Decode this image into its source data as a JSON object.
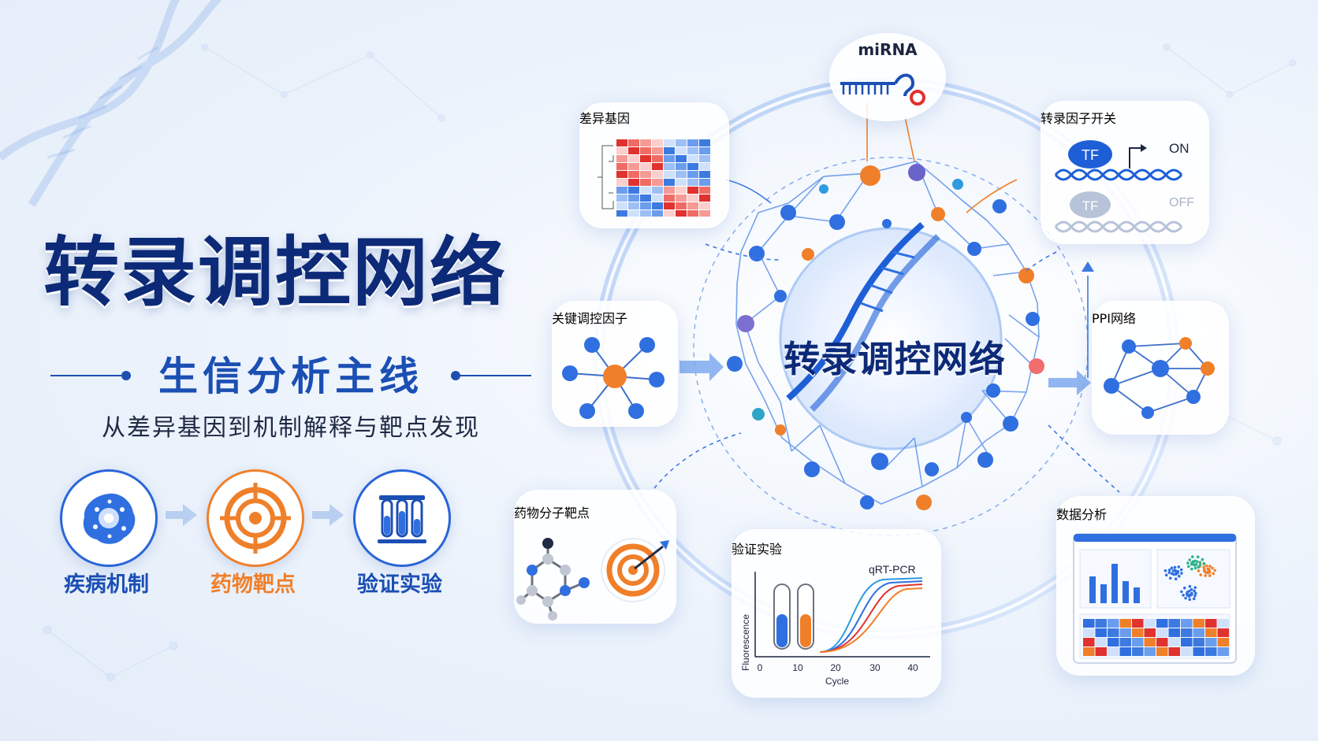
{
  "banner": {
    "main_title": "转录调控网络",
    "subtitle": "生信分析主线",
    "tagline": "从差异基因到机制解释与靶点发现"
  },
  "steps": [
    {
      "label": "疾病机制",
      "icon": "cell-icon",
      "color": "#1b4fb4"
    },
    {
      "label": "药物靶点",
      "icon": "target-icon",
      "color": "#f07f2a"
    },
    {
      "label": "验证实验",
      "icon": "test-tubes-icon",
      "color": "#1b4fb4"
    }
  ],
  "hub": {
    "title": "转录调控网络"
  },
  "cards": {
    "mirna": {
      "label": "miRNA"
    },
    "deg": {
      "label": "差异基因"
    },
    "tf_switch": {
      "label": "转录因子开关",
      "tf_text": "TF",
      "on": "ON",
      "off": "OFF"
    },
    "key_regulator": {
      "label": "关键调控因子"
    },
    "ppi": {
      "label": "PPI网络"
    },
    "drug": {
      "label": "药物分子靶点"
    },
    "validation": {
      "label": "验证实验",
      "chart_title": "qRT-PCR",
      "ylabel": "Fluorescence",
      "xlabel": "Cycle",
      "x_ticks": [
        "0",
        "10",
        "20",
        "30",
        "40"
      ]
    },
    "data_analysis": {
      "label": "数据分析"
    }
  },
  "colors": {
    "navy": "#0d2a78",
    "blue": "#1b4fb4",
    "node_blue": "#2f6fe0",
    "orange": "#f07f2a",
    "red": "#e0322e"
  }
}
